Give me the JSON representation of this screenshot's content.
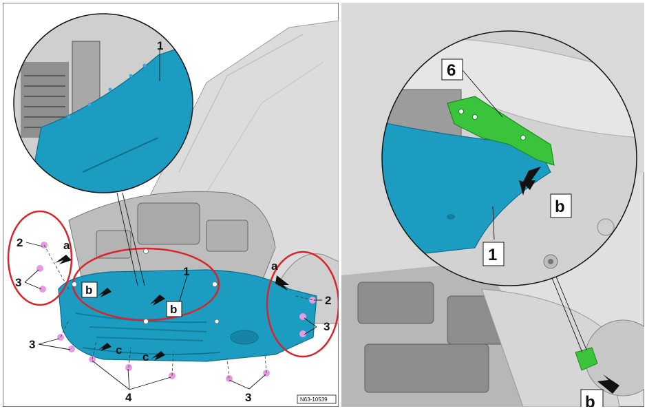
{
  "left_panel": {
    "labels": {
      "one_zoom": "1",
      "one_main": "1",
      "two_left": "2",
      "two_right": "2",
      "three_left_upper": "3",
      "three_left_lower": "3",
      "three_right": "3",
      "three_bottom": "3",
      "four": "4",
      "a_left": "a",
      "a_right": "a",
      "b_left": "b",
      "b_right": "b",
      "c_left": "c",
      "c_right": "c"
    },
    "reference_code": "N63-10539"
  },
  "right_panel": {
    "labels": {
      "six": "6",
      "one": "1",
      "b_upper": "b",
      "b_lower": "b"
    }
  },
  "colors": {
    "bumper": "#1b9cc0",
    "bumper_dark": "#127d9c",
    "bracket": "#39c43b",
    "clip": "#e79be0",
    "highlight_ring": "#d8242a",
    "car_body": "#d6d6d6"
  }
}
